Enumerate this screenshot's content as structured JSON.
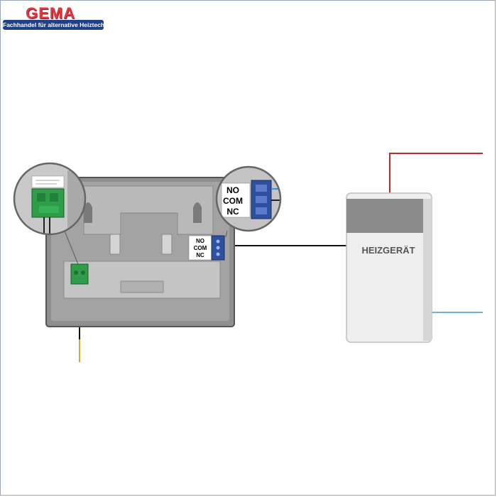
{
  "logo": {
    "brand": "GEMA",
    "tagline": "Fachhandel für alternative Heiztechnik"
  },
  "terminal_labels": {
    "no": "NO",
    "com": "COM",
    "nc": "NC"
  },
  "boiler": {
    "label": "HEIZGERÄT"
  },
  "colors": {
    "frame_border": "#9aa6b8",
    "brand_red": "#e3363f",
    "brand_blue": "#1f3f86",
    "wire_red": "#c1272d",
    "wire_blue": "#3b8fd1",
    "wire_black": "#111111",
    "thermostat_body": "#9c9c9c",
    "boiler_body": "#eeeeee",
    "boiler_band": "#8c8c8c",
    "terminal_green": "#2e9c48",
    "terminal_blue": "#2f4fa0"
  }
}
